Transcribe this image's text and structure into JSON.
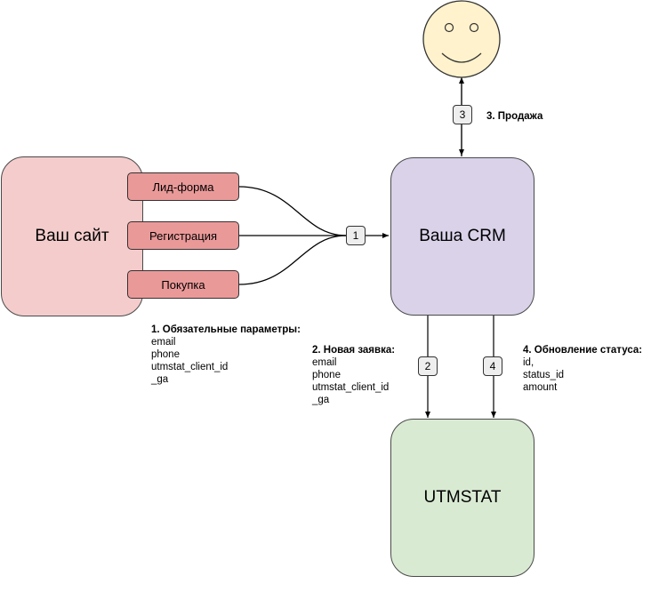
{
  "site": {
    "label": "Ваш сайт"
  },
  "site_forms": [
    {
      "label": "Лид-форма"
    },
    {
      "label": "Регистрация"
    },
    {
      "label": "Покупка"
    }
  ],
  "crm": {
    "label": "Ваша CRM"
  },
  "utmstat": {
    "label": "UTMSTAT"
  },
  "steps": {
    "s1": "1",
    "s2": "2",
    "s3": "3",
    "s4": "4"
  },
  "notes": {
    "required": {
      "title": "1. Обязательные параметры:",
      "lines": [
        "email",
        "phone",
        "utmstat_client_id",
        "_ga"
      ]
    },
    "new_lead": {
      "title": "2. Новая заявка:",
      "lines": [
        "email",
        "phone",
        "utmstat_client_id",
        "_ga"
      ]
    },
    "sale": {
      "title": "3. Продажа"
    },
    "status_update": {
      "title": "4. Обновление статуса:",
      "lines": [
        "id,",
        "status_id",
        "amount"
      ]
    }
  },
  "colors": {
    "site_fill": "#f4cccc",
    "form_fill": "#ea9999",
    "crm_fill": "#d9d2e9",
    "utmstat_fill": "#d9ead3",
    "customer_fill": "#fff2cc"
  },
  "icons": {
    "customer": "smiley-face-icon"
  }
}
